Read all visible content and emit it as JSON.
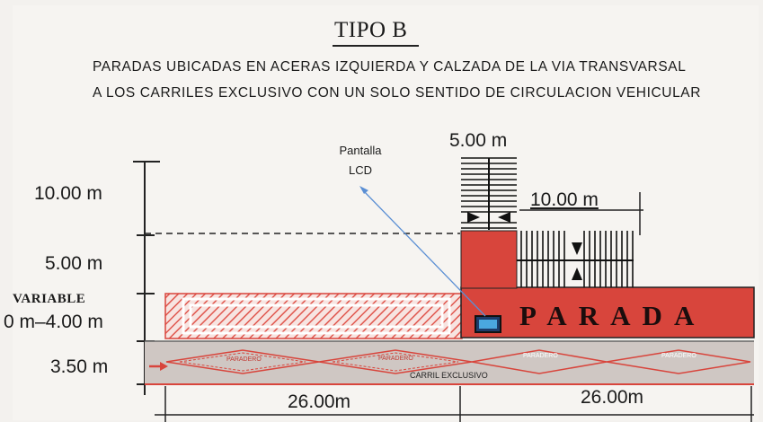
{
  "title": "TIPO B",
  "subtitle_line1": "PARADAS UBICADAS EN ACERAS IZQUIERDA Y CALZADA DE LA VIA TRANSVARSAL",
  "subtitle_line2": "A LOS CARRILES EXCLUSIVO CON UN SOLO SENTIDO DE CIRCULACION VEHICULAR",
  "annotation": {
    "line1": "Pantalla",
    "line2": "LCD"
  },
  "dimensions": {
    "top_width": "5.00 m",
    "side_width": "10.00 m",
    "left_10": "10.00 m",
    "left_5": "5.00 m",
    "variable": "VARIABLE",
    "variable_range": "0 m–4.00 m",
    "lane_width": "3.50 m",
    "bottom_left": "26.00m",
    "bottom_right": "26.00m"
  },
  "labels": {
    "parada": "P A R A D A",
    "carril": "CARRIL EXCLUSIVO",
    "paradero": "PARADERO"
  },
  "colors": {
    "red": "#d8453c",
    "gray": "#cfc7c3",
    "annotation_arrow": "#5b8fd4"
  }
}
